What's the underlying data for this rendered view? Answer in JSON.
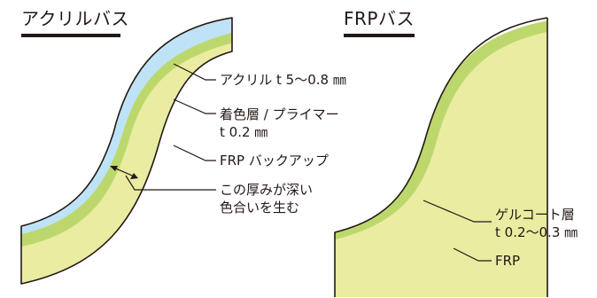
{
  "acrylic_bath": {
    "title": "アクリルバス",
    "labels": {
      "acrylic_layer": "アクリル t 5〜0.8 ㎜",
      "colored_layer_line1": "着色層 / プライマー",
      "colored_layer_line2": "t 0.2 ㎜",
      "frp_backup": "FRP バックアップ",
      "depth_note_line1": "この厚みが深い",
      "depth_note_line2": "色合いを生む"
    }
  },
  "frp_bath": {
    "title": "FRPバス",
    "labels": {
      "gelcoat_line1": "ゲルコート層",
      "gelcoat_line2": "t 0.2〜0.3 ㎜",
      "frp": "FRP"
    }
  },
  "colors": {
    "acrylic_blue": "#bfe3f6",
    "gelcoat_green": "#bcd86c",
    "frp_yellow": "#e9eca1",
    "outline": "#231815"
  }
}
